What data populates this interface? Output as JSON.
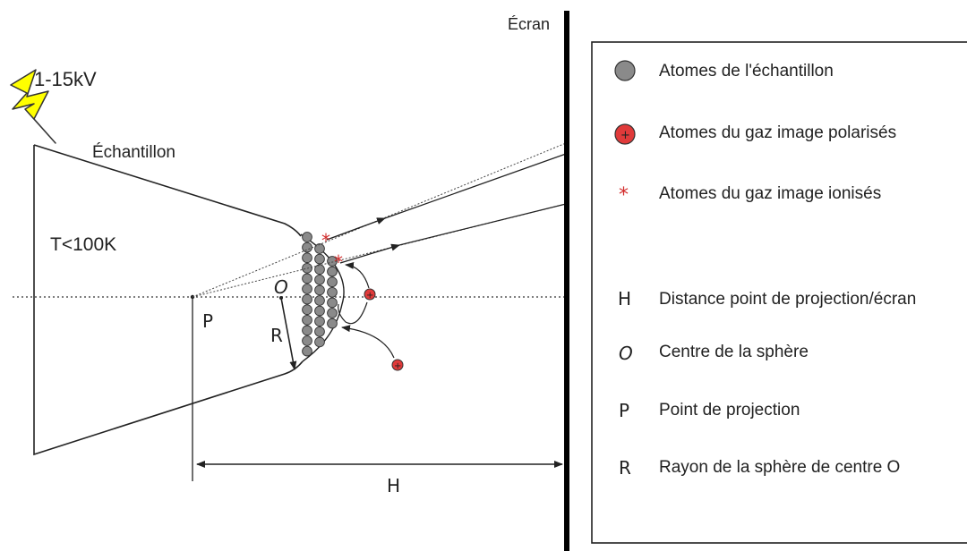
{
  "diagram": {
    "voltage": "1-15kV",
    "sample_label": "Échantillon",
    "temperature": "T<100K",
    "screen_label": "Écran",
    "point_p": "P",
    "point_o": "O",
    "radius_r": "R",
    "distance_h": "H",
    "ion_mark": "+"
  },
  "legend": {
    "items": [
      {
        "symbol": "grey-atom",
        "text": "Atomes de l'échantillon"
      },
      {
        "symbol": "red-polarized-atom",
        "text": "Atomes du gaz image polarisés"
      },
      {
        "symbol": "red-asterisk",
        "text": "Atomes du gaz image ionisés"
      },
      {
        "symbol": "H",
        "text": "Distance point de projection/écran"
      },
      {
        "symbol": "O",
        "text": "Centre de la sphère"
      },
      {
        "symbol": "P",
        "text": "Point de projection"
      },
      {
        "symbol": "R",
        "text": "Rayon de la sphère de centre O"
      }
    ]
  },
  "colors": {
    "atom": "#8a8a8a",
    "polarized": "#e03a3a",
    "ionized": "#d22b2b",
    "bolt": "#ffff00",
    "line": "#222222"
  }
}
